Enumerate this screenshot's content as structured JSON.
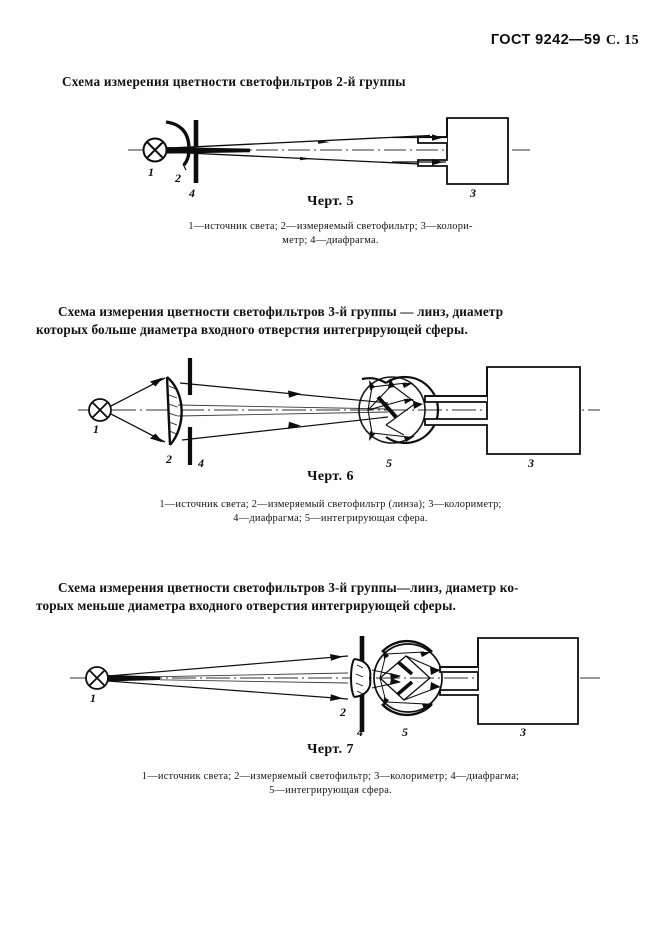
{
  "document": {
    "standard": "ГОСТ 9242—59",
    "page_marker": "С. 15"
  },
  "sections": [
    {
      "heading": "Схема измерения цветности светофильтров 2-й группы",
      "figure_number": "Черт. 5",
      "legend_line1": "1—источник света; 2—измеряемый светофильтр; 3—колори-",
      "legend_line2": "метр; 4—диафрагма.",
      "diagram": {
        "name": "scheme-group-2",
        "parts": [
          {
            "id": "1",
            "label": "источник света"
          },
          {
            "id": "2",
            "label": "измеряемый светофильтр"
          },
          {
            "id": "3",
            "label": "колориметр"
          },
          {
            "id": "4",
            "label": "диафрагма"
          }
        ]
      }
    },
    {
      "paragraph_line1": "Схема измерения цветности  светофильтров 3-й  группы — линз, диаметр",
      "paragraph_line2": "которых больше диаметра входного отверстия интегрирующей сферы.",
      "figure_number": "Черт. 6",
      "legend_line1": "1—источник света; 2—измеряемый светофильтр (линза); 3—колориметр;",
      "legend_line2": "4—диафрагма;  5—интегрирующая сфера.",
      "diagram": {
        "name": "scheme-group-3-large-lens",
        "parts": [
          {
            "id": "1",
            "label": "источник света"
          },
          {
            "id": "2",
            "label": "измеряемый светофильтр (линза)"
          },
          {
            "id": "3",
            "label": "колориметр"
          },
          {
            "id": "4",
            "label": "диафрагма"
          },
          {
            "id": "5",
            "label": "интегрирующая сфера"
          }
        ]
      }
    },
    {
      "paragraph_line1": "Схема измерения цветности светофильтров 3-й группы—линз, диаметр ко-",
      "paragraph_line2": "торых меньше диаметра входного отверстия интегрирующей сферы.",
      "figure_number": "Черт. 7",
      "legend_line1": "1—источник света; 2—измеряемый светофильтр; 3—колориметр; 4—диафрагма;",
      "legend_line2": "5—интегрирующая сфера.",
      "diagram": {
        "name": "scheme-group-3-small-lens",
        "parts": [
          {
            "id": "1",
            "label": "источник света"
          },
          {
            "id": "2",
            "label": "измеряемый светофильтр"
          },
          {
            "id": "3",
            "label": "колориметр"
          },
          {
            "id": "4",
            "label": "диафрагма"
          },
          {
            "id": "5",
            "label": "интегрирующая сфера"
          }
        ]
      }
    }
  ],
  "labels": {
    "one": "1",
    "two": "2",
    "three": "3",
    "four": "4",
    "five": "5"
  },
  "colors": {
    "ink": "#0d0d0d",
    "paper": "#fefefe"
  }
}
